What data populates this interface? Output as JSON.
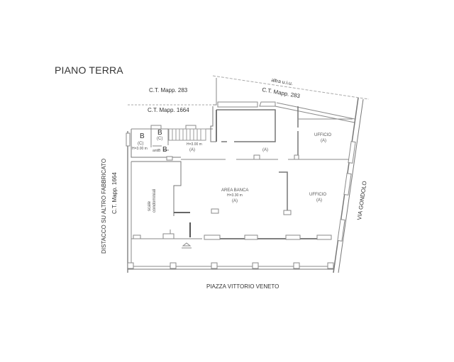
{
  "title": "PIANO TERRA",
  "labels": {
    "ct_mapp_283_top": "C.T. Mapp. 283",
    "ct_mapp_1664_top": "C.T. Mapp. 1664",
    "altra_uiu": "altra u.i.u.",
    "ct_mapp_283_diag": "C.T. Mapp. 283",
    "distacco": "DISTACCO SU ALTRO FABBRICATO",
    "ct_mapp_1664_side": "C.T. Mapp. 1664",
    "via_gondolo": "VIA GONDOLO",
    "piazza": "PIAZZA VITTORIO VENETO"
  },
  "rooms": [
    {
      "id": "b1",
      "letter": "B",
      "cat": "(C)",
      "height": "H=3.00 m"
    },
    {
      "id": "b2",
      "letter": "B",
      "cat": "(C)"
    },
    {
      "id": "antib",
      "name": "antiB",
      "letter": "B"
    },
    {
      "id": "entry",
      "height": "H=3.00 m",
      "cat": "(A)"
    },
    {
      "id": "corridor",
      "cat": "(A)"
    },
    {
      "id": "ufficio1",
      "name": "UFFICIO",
      "cat": "(A)"
    },
    {
      "id": "scale",
      "name": "scale",
      "name2": "condominiali"
    },
    {
      "id": "area_banca",
      "name": "AREA BANCA",
      "height": "H=3.30 m",
      "cat": "(A)"
    },
    {
      "id": "ufficio2",
      "name": "UFFICIO",
      "cat": "(A)"
    }
  ],
  "colors": {
    "wall": "#8a8a8a",
    "wall_dark": "#555555",
    "line": "#9a9a9a",
    "dash": "#999999"
  }
}
